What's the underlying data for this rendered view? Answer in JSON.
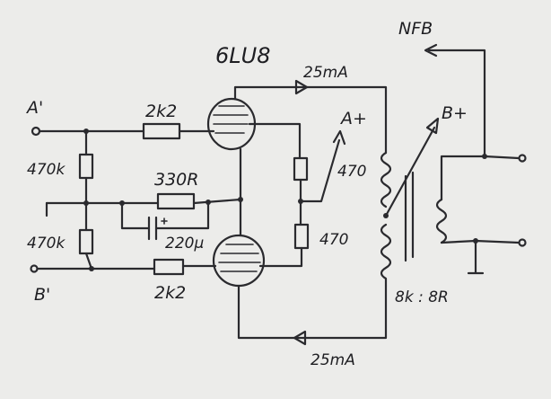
{
  "schematic": {
    "tube": "6LU8",
    "inputs": {
      "a": "A'",
      "b": "B'"
    },
    "supplies": {
      "a_plus": "A+",
      "b_plus": "B+"
    },
    "feedback": "NFB",
    "currents": {
      "top": "25mA",
      "bottom": "25mA"
    },
    "resistors": {
      "grid_top": "2k2",
      "grid_bottom": "2k2",
      "bias_top": "470k",
      "bias_bottom": "470k",
      "cathode": "330R",
      "load_top": "470",
      "load_bottom": "470"
    },
    "capacitor": "220µ",
    "transformer": "8k : 8R"
  }
}
